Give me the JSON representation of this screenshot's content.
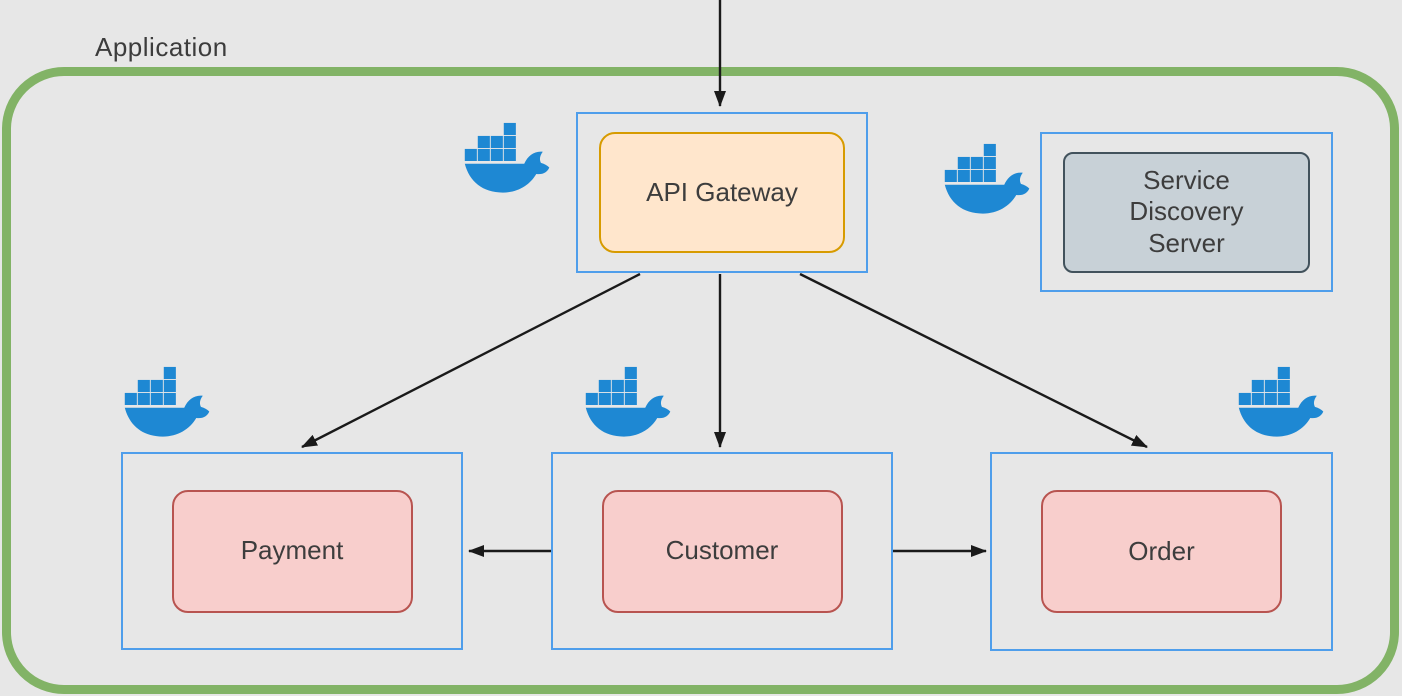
{
  "boundary": {
    "label": "Application"
  },
  "nodes": {
    "api_gateway": {
      "label": "API Gateway"
    },
    "service_discovery": {
      "label": "Service Discovery Server"
    },
    "payment": {
      "label": "Payment"
    },
    "customer": {
      "label": "Customer"
    },
    "order": {
      "label": "Order"
    }
  },
  "connections": [
    {
      "from": "external",
      "to": "api_gateway"
    },
    {
      "from": "api_gateway",
      "to": "payment"
    },
    {
      "from": "api_gateway",
      "to": "customer"
    },
    {
      "from": "api_gateway",
      "to": "order"
    },
    {
      "from": "customer",
      "to": "payment"
    },
    {
      "from": "customer",
      "to": "order"
    }
  ],
  "icons": {
    "docker": "docker-whale-icon",
    "docker_count": 5
  },
  "colors": {
    "background": "#e7e7e7",
    "boundary_green": "#82b366",
    "container_blue": "#4f9eeb",
    "api_gateway_fill": "#ffe6cc",
    "api_gateway_stroke": "#d79b00",
    "service_discovery_fill": "#c8d1d7",
    "service_discovery_stroke": "#42525c",
    "microservice_fill": "#f8cecc",
    "microservice_stroke": "#b85450",
    "docker_blue": "#1e88d3",
    "arrow": "#1a1a1a",
    "text": "#3d3d3d"
  }
}
